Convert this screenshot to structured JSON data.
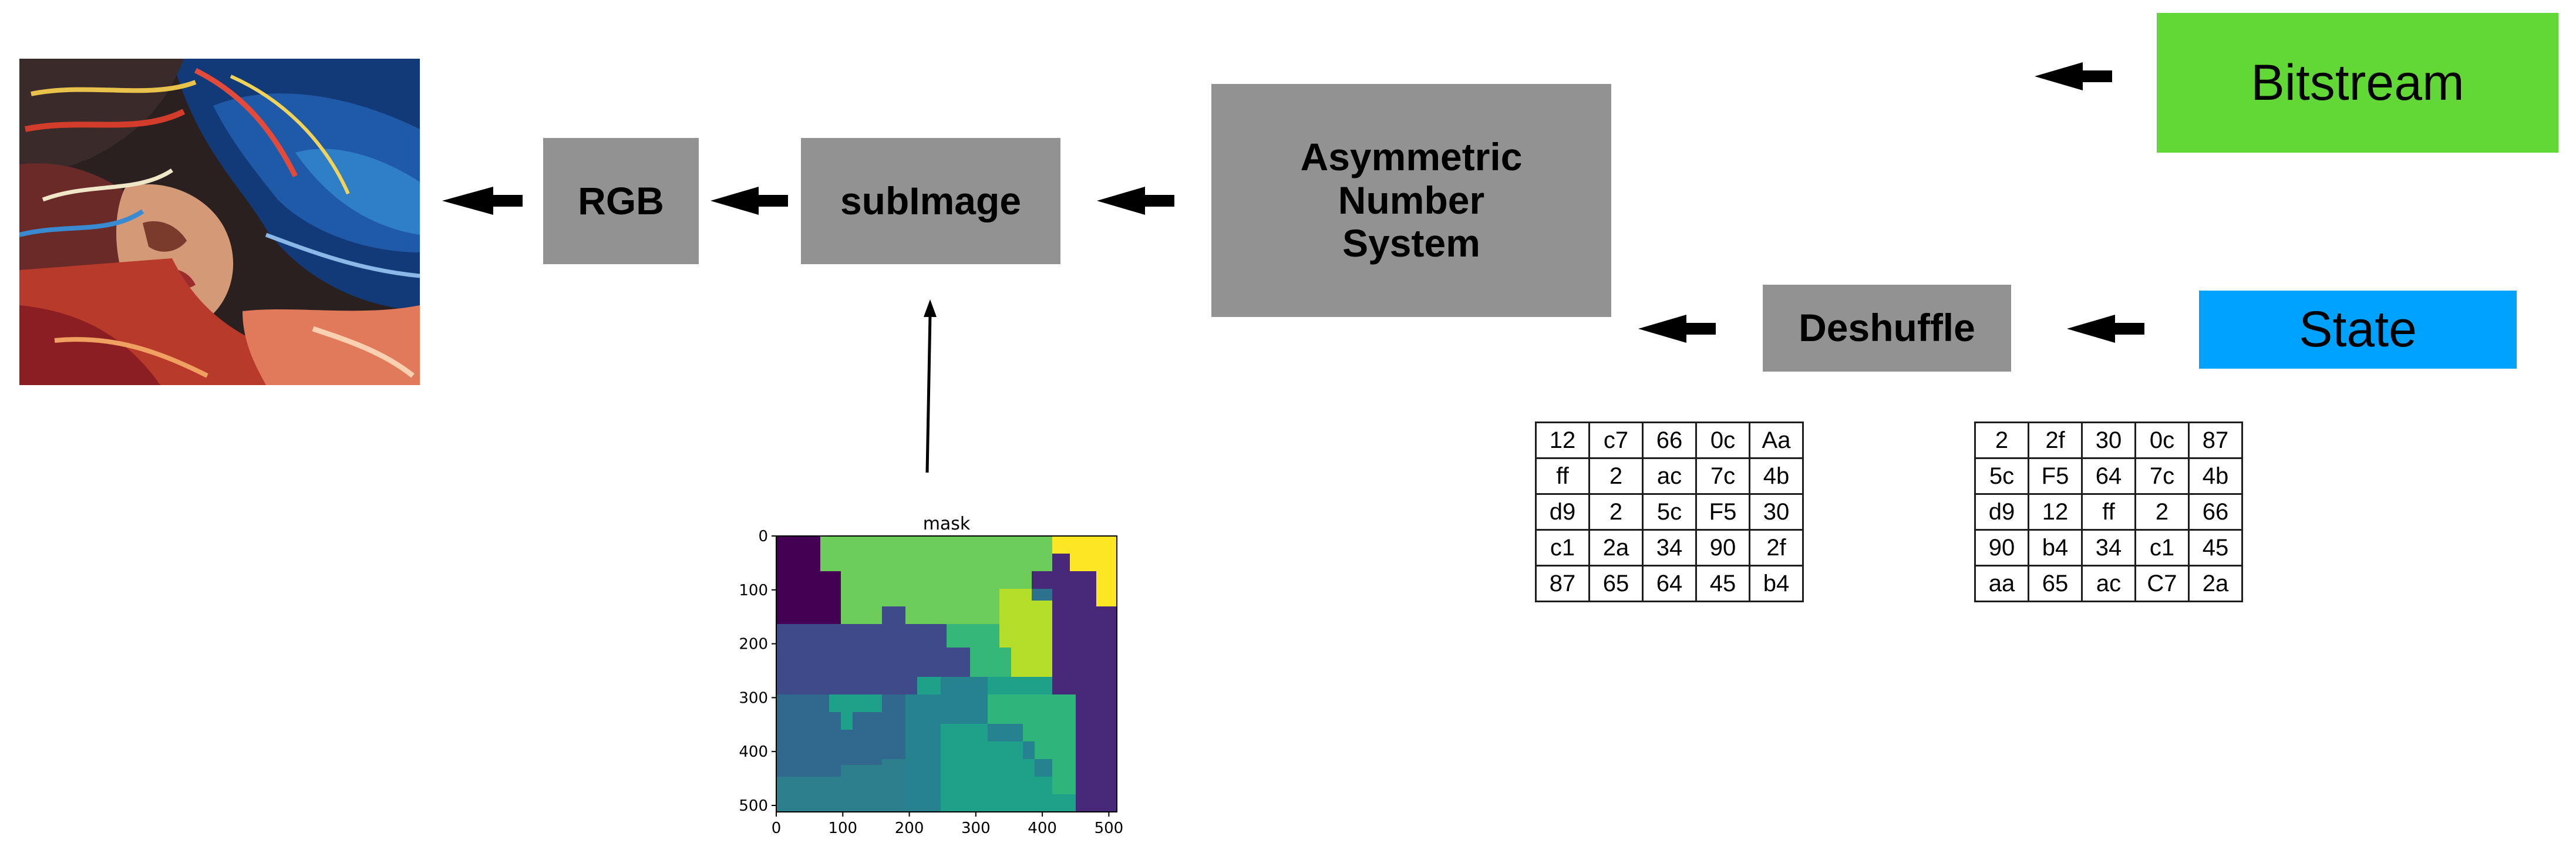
{
  "blocks": {
    "rgb": "RGB",
    "subimage": "subImage",
    "ans": "Asymmetric\nNumber\nSystem",
    "deshuffle": "Deshuffle",
    "bitstream": "Bitstream",
    "state": "State"
  },
  "colors": {
    "block_grey": "#929292",
    "bitstream_green": "#61d836",
    "state_blue": "#00a2ff"
  },
  "tables": {
    "shuffled": [
      [
        "12",
        "c7",
        "66",
        "0c",
        "Aa"
      ],
      [
        "ff",
        "2",
        "ac",
        "7c",
        "4b"
      ],
      [
        "d9",
        "2",
        "5c",
        "F5",
        "30"
      ],
      [
        "c1",
        "2a",
        "34",
        "90",
        "2f"
      ],
      [
        "87",
        "65",
        "64",
        "45",
        "b4"
      ]
    ],
    "state": [
      [
        "2",
        "2f",
        "30",
        "0c",
        "87"
      ],
      [
        "5c",
        "F5",
        "64",
        "7c",
        "4b"
      ],
      [
        "d9",
        "12",
        "ff",
        "2",
        "66"
      ],
      [
        "90",
        "b4",
        "34",
        "c1",
        "45"
      ],
      [
        "aa",
        "65",
        "ac",
        "C7",
        "2a"
      ]
    ]
  },
  "mask_plot": {
    "title": "mask",
    "x_ticks": [
      "0",
      "100",
      "200",
      "300",
      "400",
      "500"
    ],
    "y_ticks": [
      "0",
      "100",
      "200",
      "300",
      "400",
      "500"
    ]
  },
  "painting": {
    "icon": "abstract-portrait-painting"
  }
}
